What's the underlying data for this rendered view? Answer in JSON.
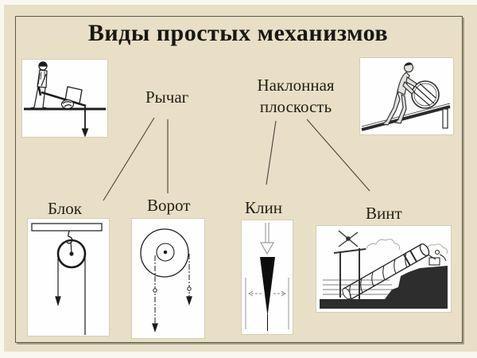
{
  "slide": {
    "title": "Виды простых механизмов"
  },
  "labels": {
    "lever": "Рычаг",
    "inclined_plane_lines": [
      "Наклонная",
      "плоскость"
    ],
    "pulley": "Блок",
    "windlass": "Ворот",
    "wedge": "Клин",
    "screw": "Винт"
  },
  "connections": [
    {
      "from": "Рычаг",
      "to": "Блок"
    },
    {
      "from": "Рычаг",
      "to": "Ворот"
    },
    {
      "from": "Наклонная плоскость",
      "to": "Клин"
    },
    {
      "from": "Наклонная плоскость",
      "to": "Винт"
    }
  ],
  "illustrations": {
    "lever_scene": "man-lifting-box-with-lever-icon",
    "inclined_plane_scene": "man-rolling-barrel-up-incline-icon",
    "pulley_scene": "fixed-pulley-diagram-icon",
    "windlass_scene": "wheel-and-axle-diagram-icon",
    "wedge_scene": "wedge-splitting-diagram-icon",
    "screw_scene": "archimedes-screw-machine-icon"
  },
  "colors": {
    "page_background": "#f9f7ef",
    "slide_background": "#e8dfc6",
    "frame_border": "#5c5946",
    "text": "#21201a",
    "connector_line": "#45443a",
    "ink": "#1c1c1c"
  }
}
